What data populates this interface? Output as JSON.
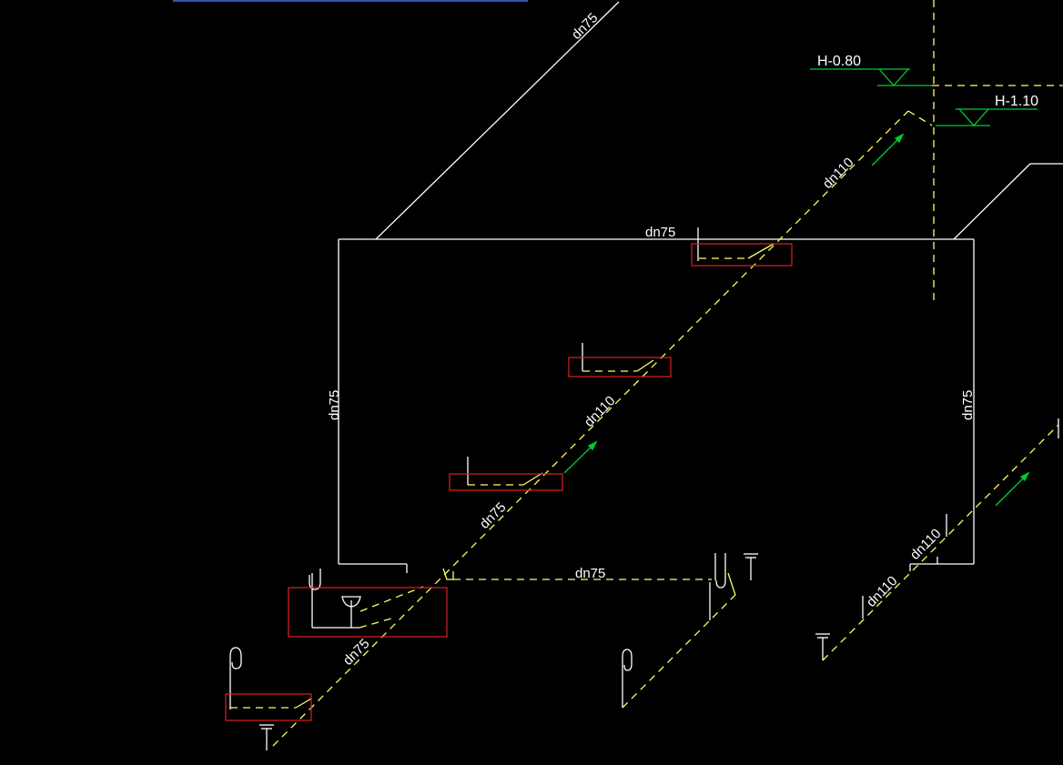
{
  "colors": {
    "background": "#000000",
    "pipe_solid": "#ffffff",
    "pipe_dashed": "#ffff66",
    "level_marker": "#00cc33",
    "flow_arrow": "#00cc33",
    "highlight_box": "#e02020",
    "axis_dashed": "#ffff66",
    "label_text": "#ffffff",
    "level_text": "#ffffff",
    "top_strip": "#3355aa"
  },
  "pipe_labels": {
    "dn75_top_diagonal": "dn75",
    "dn75_top_horizontal": "dn75",
    "dn75_left_vertical": "dn75",
    "dn75_right_vertical": "dn75",
    "dn110_upper_diagonal": "dn110",
    "dn110_middle_diagonal": "dn110",
    "dn75_lower_diagonal": "dn75",
    "dn75_bottom_diagonal": "dn75",
    "dn75_bottom_horizontal": "dn75",
    "dn110_right_branch_upper": "dn110",
    "dn110_right_branch_lower": "dn110"
  },
  "level_markers": {
    "level_a": "H-0.80",
    "level_b": "H-1.10"
  }
}
